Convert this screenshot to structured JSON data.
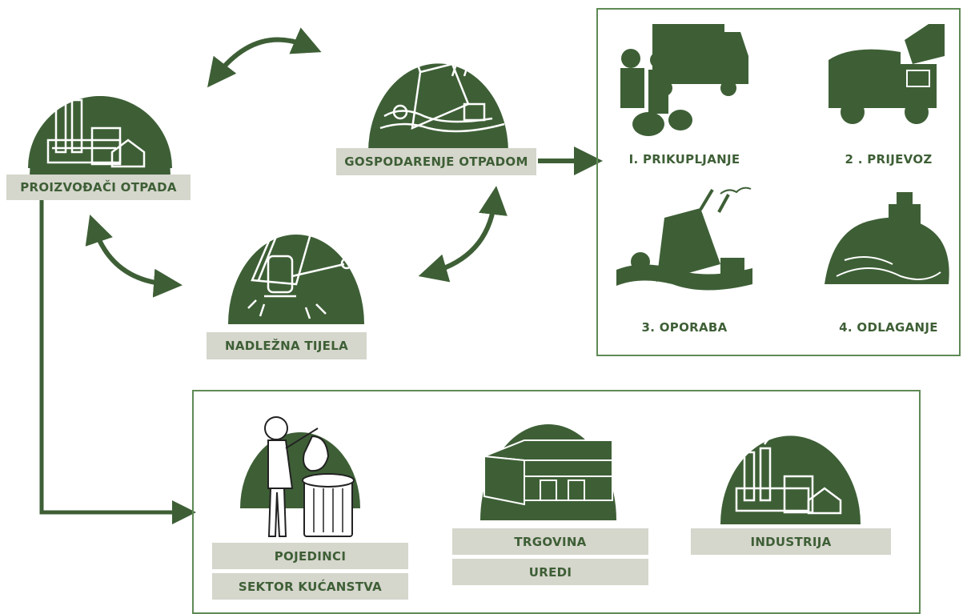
{
  "colors": {
    "green": "#3e5f36",
    "label_bg": "#d5d6cc",
    "panel_border": "#5f8a55"
  },
  "nodes": {
    "producers": "PROIZVOĐAČI OTPADA",
    "management": "GOSPODARENJE OTPADOM",
    "authorities": "NADLEŽNA TIJELA"
  },
  "steps": {
    "collection": "I. PRIKUPLJANJE",
    "transport": "2 . PRIJEVOZ",
    "recovery": "3. OPORABA",
    "disposal": "4. ODLAGANJE"
  },
  "producer_types": {
    "individuals": "POJEDINCI",
    "households": "SEKTOR KUĆANSTVA",
    "trade": "TRGOVINA",
    "offices": "UREDI",
    "industry": "INDUSTRIJA"
  },
  "icons": {
    "producers": "factory-icon",
    "management": "ship-waste-icon",
    "authorities": "gavel-icon",
    "collection": "garbage-truck-workers-icon",
    "transport": "garbage-truck-icon",
    "recovery": "recycling-plant-icon",
    "disposal": "landfill-bulldozer-icon",
    "individuals": "woman-trash-bin-icon",
    "trade": "supermarket-icon",
    "industry": "industry-icon"
  }
}
